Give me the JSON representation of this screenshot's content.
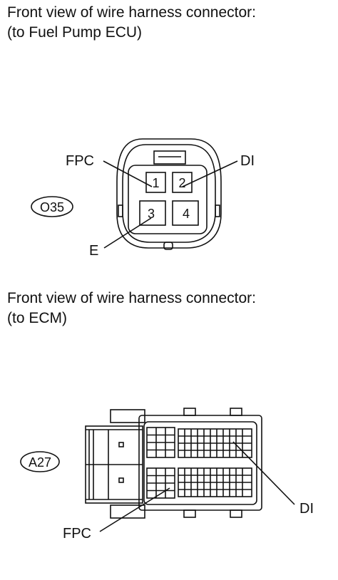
{
  "connector1": {
    "caption_line1": "Front view of wire harness connector:",
    "caption_line2": "(to Fuel Pump ECU)",
    "code": "O35",
    "pins": [
      "1",
      "2",
      "3",
      "4"
    ],
    "labels": {
      "fpc": "FPC",
      "di": "DI",
      "e": "E"
    }
  },
  "connector2": {
    "caption_line1": "Front view of wire harness connector:",
    "caption_line2": "(to ECM)",
    "code": "A27",
    "labels": {
      "di": "DI",
      "fpc": "FPC"
    }
  }
}
